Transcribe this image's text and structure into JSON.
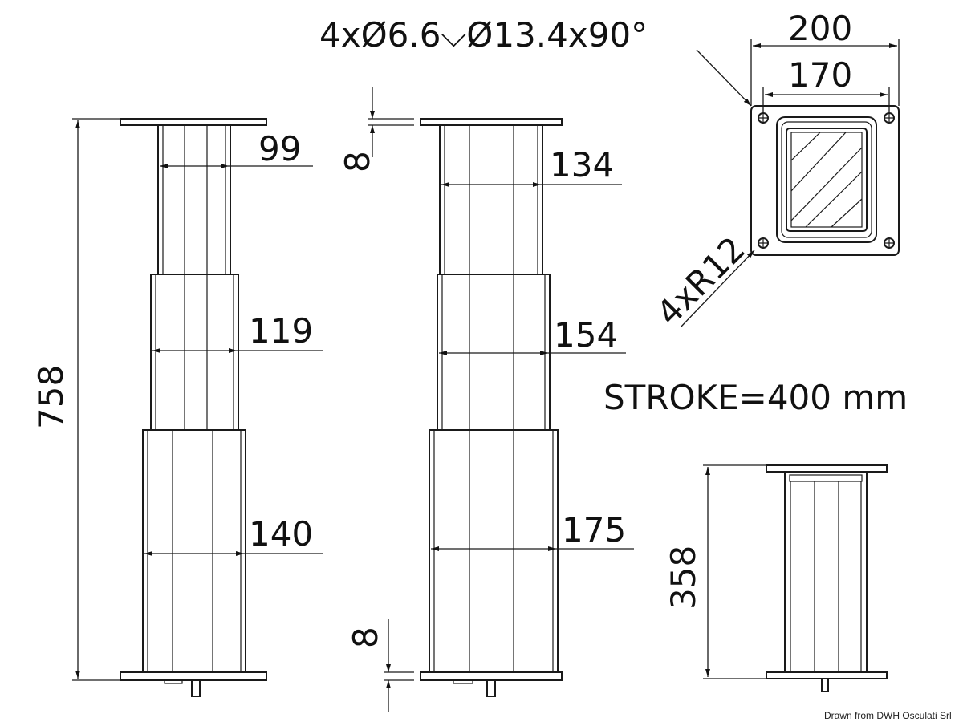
{
  "drawing": {
    "hole_spec": "4xØ6.6⌵Ø13.4x90°",
    "corner_radius": "4xR12",
    "stroke": "STROKE=400 mm",
    "credit": "Drawn from DWH Osculati Srl",
    "extended_height": "758",
    "collapsed_height": "358",
    "plate_thickness_top": "8",
    "plate_thickness_bottom": "8",
    "plate_outer": "200",
    "plate_holes": "170",
    "inner_tubes": [
      "99",
      "119",
      "140"
    ],
    "outer_tubes": [
      "134",
      "154",
      "175"
    ]
  }
}
